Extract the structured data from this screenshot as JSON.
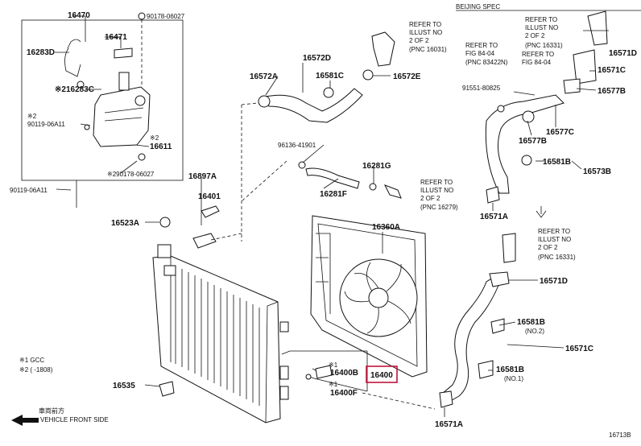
{
  "diagram": {
    "figure_id": "16713B",
    "region_label": "BEIJING SPEC",
    "highlight_color": "#c0143c",
    "legend": {
      "n1": "※1 GCC",
      "n2": "※2 (     -1808)"
    },
    "direction": {
      "cn": "車両前方",
      "en": "VEHICLE FRONT SIDE"
    },
    "parts": {
      "p16470": "16470",
      "p90178_top": "90178-06027",
      "p16471": "16471",
      "p16283d": "16283D",
      "p16283c": "※216283C",
      "p90119_n2": "※2",
      "p90119_left": "90119-06A11",
      "p16611": "16611",
      "p16611_n": "※2",
      "p90178_bottom": "※290178-06027",
      "p90119_out": "90119-06A11",
      "p16572d": "16572D",
      "p16572a": "16572A",
      "p16581c_top": "16581C",
      "p16572e": "16572E",
      "p96136": "96136-41901",
      "p16281g": "16281G",
      "p16281f": "16281F",
      "p16897a": "16897A",
      "p16401": "16401",
      "p16523a": "16523A",
      "p16360a": "16360A",
      "p16535": "16535",
      "p16400b": "16400B",
      "p16400b_n": "※1",
      "p16400f": "16400F",
      "p16400f_n": "※1",
      "p16400": "16400",
      "p16571d_top": "16571D",
      "p16571c_top": "16571C",
      "p16577b_top": "16577B",
      "p91551": "91551-80825",
      "p16577c": "16577C",
      "p16577b_mid": "16577B",
      "p16581b_top": "16581B",
      "p16573b": "16573B",
      "p16571a_right": "16571A",
      "p16571d_bottom": "16571D",
      "p16581b_mid": "16581B",
      "p16581b_mid_n": "(NO.2)",
      "p16571c_bottom": "16571C",
      "p16581b_low": "16581B",
      "p16581b_low_n": "(NO.1)",
      "p16571a_bottom": "16571A"
    },
    "refs": {
      "r1": [
        "REFER TO",
        "ILLUST NO",
        "2 OF 2",
        "(PNC 16031)"
      ],
      "r2": [
        "REFER TO",
        "ILLUST NO",
        "2 OF 2",
        "(PNC 16279)"
      ],
      "r3": [
        "REFER TO",
        "FIG 84-04",
        "(PNC 83422N)"
      ],
      "r4": [
        "REFER TO",
        "FIG 84-04"
      ],
      "r5": [
        "REFER TO",
        "ILLUST NO",
        "2 OF 2",
        "(PNC 16331)"
      ],
      "r6": [
        "REFER TO",
        "ILLUST NO",
        "2 OF 2",
        "(PNC 16331)"
      ]
    }
  }
}
